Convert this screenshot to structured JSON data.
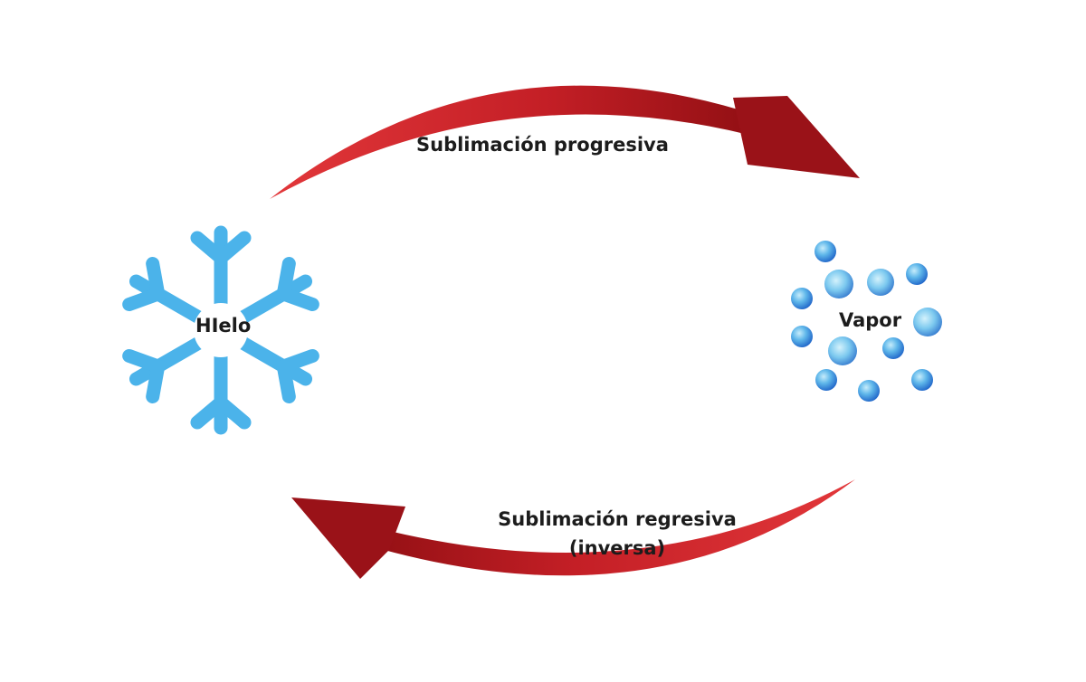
{
  "labels": {
    "ice": "HIelo",
    "vapor": "Vapor",
    "forward_process": "Sublimación progresiva",
    "reverse_process_line1": "Sublimación regresiva",
    "reverse_process_line2": "(inversa)"
  },
  "colors": {
    "arrow_dark": "#8e0e12",
    "arrow_light": "#e2373a",
    "snowflake": "#4bb3ea",
    "molecule_dark": "#1e63c8",
    "molecule_light": "#8fd4f5",
    "text": "#1c1c1c"
  },
  "icons": {
    "ice": "snowflake-icon",
    "vapor": "water-molecules-icon"
  }
}
